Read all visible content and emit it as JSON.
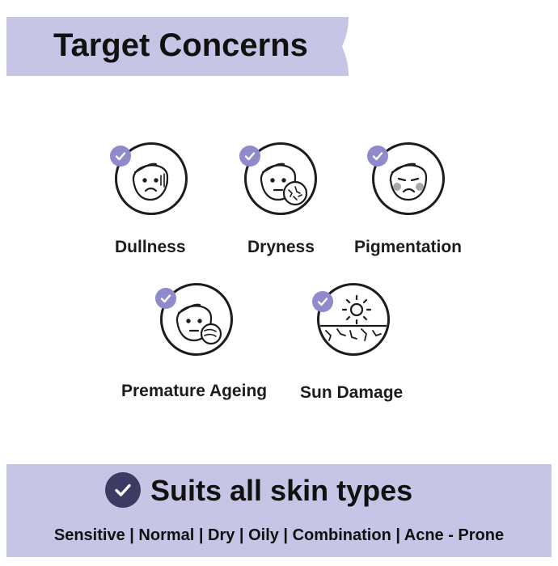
{
  "header": {
    "title": "Target Concerns"
  },
  "concerns": [
    {
      "label": "Dullness",
      "icon": "dull-face-icon"
    },
    {
      "label": "Dryness",
      "icon": "dry-skin-face-icon"
    },
    {
      "label": "Pigmentation",
      "icon": "pigmented-face-icon"
    },
    {
      "label": "Premature Ageing",
      "icon": "ageing-face-icon"
    },
    {
      "label": "Sun Damage",
      "icon": "sun-damaged-skin-icon"
    }
  ],
  "footer": {
    "title": "Suits all skin types",
    "skin_types": "Sensitive | Normal | Dry | Oily | Combination | Acne - Prone"
  },
  "colors": {
    "accent": "#c7c5e6",
    "check": "#8e8acb",
    "dark_check": "#3d3a63"
  }
}
